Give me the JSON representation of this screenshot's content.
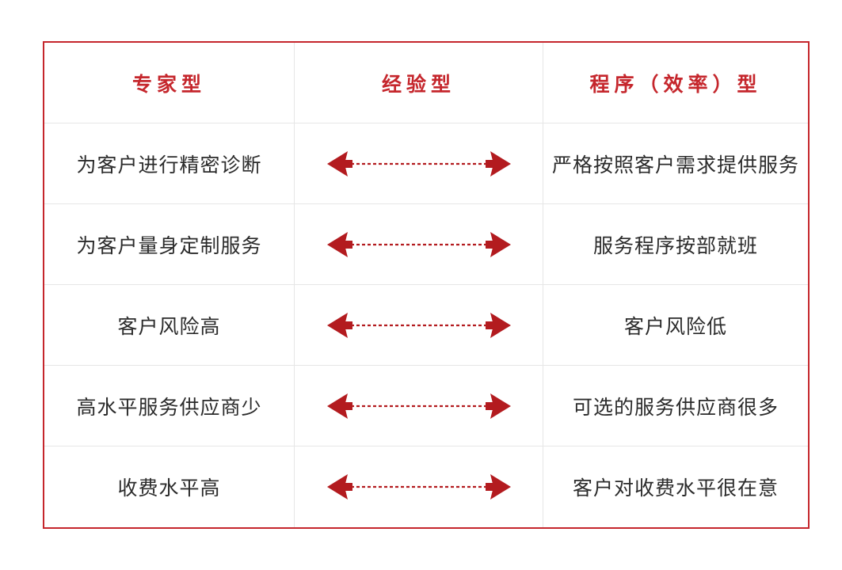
{
  "colors": {
    "accent": "#c5262c",
    "arrow": "#b31b1f",
    "text": "#2b2b2b",
    "grid": "#e6e6e6"
  },
  "header": {
    "expert": "专家型",
    "experience": "经验型",
    "procedure": "程序（效率）型"
  },
  "rows": [
    {
      "left": "为客户进行精密诊断",
      "right": "严格按照客户需求提供服务",
      "connector": "double-arrow-dotted-icon"
    },
    {
      "left": "为客户量身定制服务",
      "right": "服务程序按部就班",
      "connector": "double-arrow-dotted-icon"
    },
    {
      "left": "客户风险高",
      "right": "客户风险低",
      "connector": "double-arrow-dotted-icon"
    },
    {
      "left": "高水平服务供应商少",
      "right": "可选的服务供应商很多",
      "connector": "double-arrow-dotted-icon"
    },
    {
      "left": "收费水平高",
      "right": "客户对收费水平很在意",
      "connector": "double-arrow-dotted-icon"
    }
  ]
}
